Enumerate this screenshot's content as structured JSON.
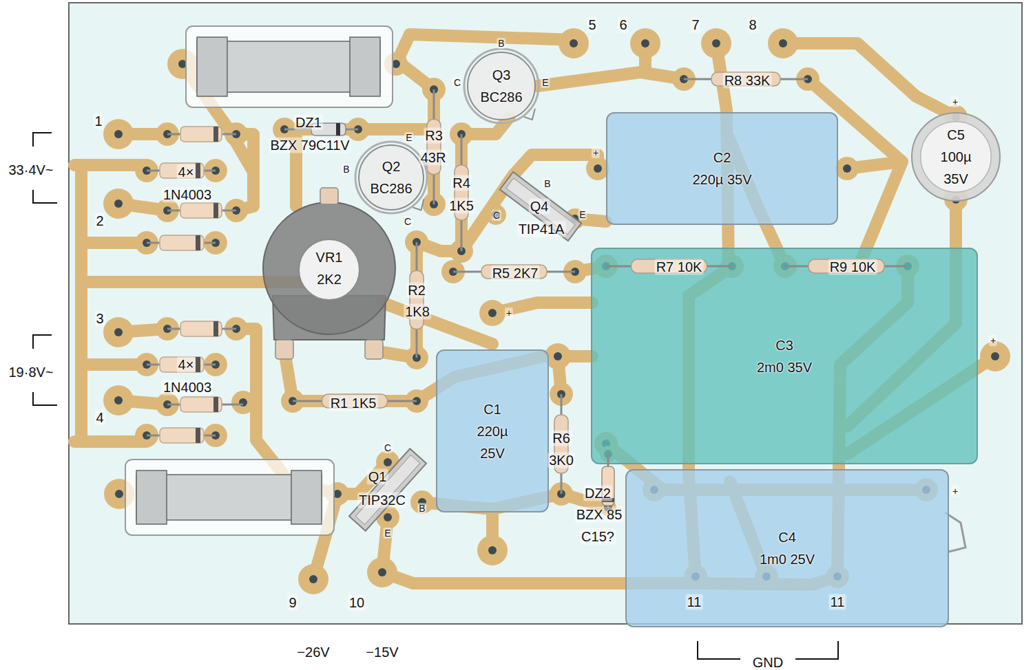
{
  "diagram": {
    "nodes": [
      {
        "text": [
          "Q3",
          "BC286"
        ]
      },
      {
        "text": [
          "Q2",
          "BC286"
        ]
      },
      {
        "text": [
          "C2",
          "220µ 35V"
        ]
      },
      {
        "text": [
          "C5",
          "100µ 35V"
        ]
      },
      {
        "text": [
          "VR1",
          "2K2"
        ]
      },
      {
        "text": [
          "C3",
          "2m0 35V"
        ]
      },
      {
        "text": [
          "C1",
          "220µ 25V"
        ]
      },
      {
        "text": [
          "C4",
          "1m0 25V"
        ]
      }
    ],
    "labels": [
      "1",
      "2",
      "3",
      "4",
      "5",
      "6",
      "7",
      "8",
      "9",
      "10",
      "11",
      "11",
      "33·4V~",
      "19·8V~",
      "−26V",
      "−15V",
      "GND",
      "DZ1",
      "BZX 79C11V",
      "4×",
      "1N4003",
      "4×",
      "1N4003",
      "B",
      "C",
      "E",
      "R3",
      "43R",
      "E",
      "B",
      "C",
      "R4",
      "1K5",
      "B",
      "C",
      "E",
      "Q4",
      "TIP41A",
      "R8 33K",
      "R7 10K",
      "R9 10K",
      "R5 2K7",
      "R2",
      "1K8",
      "R1 1K5",
      "R6",
      "3K0",
      "DZ2",
      "BZX 85",
      "C15?",
      "Q1",
      "TIP32C",
      "C",
      "B",
      "E",
      "+",
      "+",
      "+",
      "+",
      "+"
    ]
  }
}
